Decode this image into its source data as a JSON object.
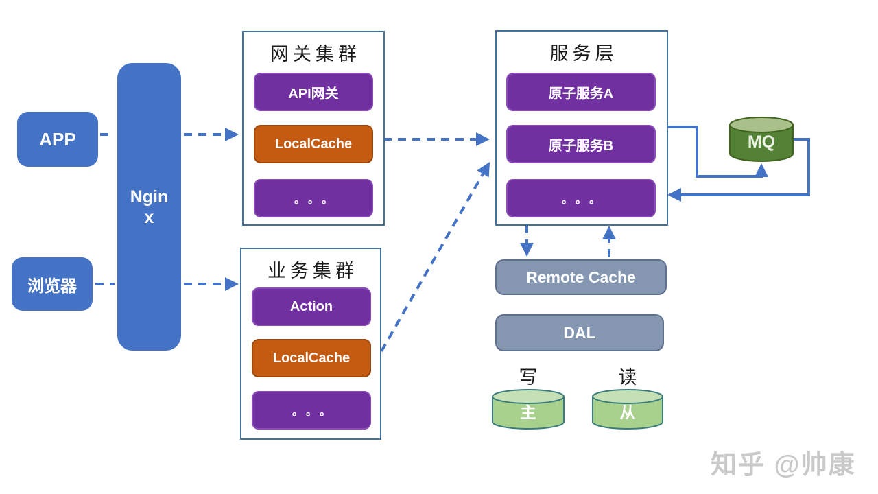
{
  "colors": {
    "node_blue": "#4472C4",
    "purple": "#7030A0",
    "purple_border": "#8B4BB8",
    "orange": "#C55A11",
    "orange_border": "#9C4A10",
    "group_border": "#41719C",
    "arrow_blue": "#4472C4",
    "cache_gray": "#8496B0",
    "cache_border": "#5D708D",
    "mq_green": "#538135",
    "mq_green_top": "#A9C08A",
    "mq_stroke": "#41641F",
    "db_green": "#A9D18E",
    "db_green_top": "#C5E0B4",
    "db_border": "#3A7C7B",
    "text_white": "#FFFFFF",
    "title_black": "#1A1A1A",
    "watermark_gray": "#C9C9C9"
  },
  "nodes": {
    "app": {
      "label": "APP"
    },
    "browser": {
      "label": "浏览器"
    },
    "nginx": {
      "label": "Nginx"
    }
  },
  "groups": {
    "gateway_cluster": {
      "title": "网关集群",
      "items": [
        {
          "label": "API网关",
          "type": "purple"
        },
        {
          "label": "LocalCache",
          "type": "orange"
        },
        {
          "label": "。。。",
          "type": "purple"
        }
      ]
    },
    "service_layer": {
      "title": "服务层",
      "items": [
        {
          "label": "原子服务A",
          "type": "purple"
        },
        {
          "label": "原子服务B",
          "type": "purple"
        },
        {
          "label": "。。。",
          "type": "purple"
        }
      ]
    },
    "business_cluster": {
      "title": "业务集群",
      "items": [
        {
          "label": "Action",
          "type": "purple"
        },
        {
          "label": "LocalCache",
          "type": "orange"
        },
        {
          "label": "。。。",
          "type": "purple"
        }
      ]
    }
  },
  "mq": {
    "label": "MQ"
  },
  "remote_cache": {
    "label": "Remote Cache"
  },
  "dal": {
    "label": "DAL"
  },
  "database": {
    "write_label": "写",
    "read_label": "读",
    "master_label": "主",
    "slave_label": "从"
  },
  "watermark": {
    "text": "知乎 @帅康"
  }
}
